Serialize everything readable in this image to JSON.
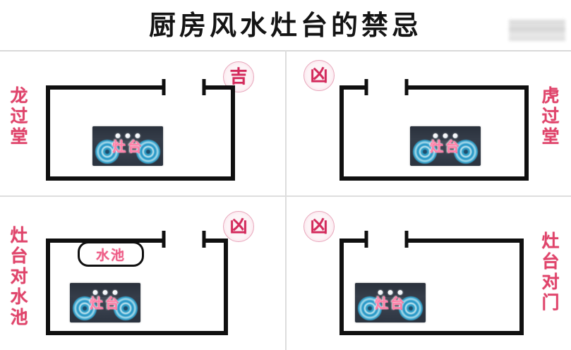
{
  "header": {
    "title": "厨房风水灶台的禁忌",
    "watermark": "blurred-watermark"
  },
  "labels": {
    "stove": "灶台",
    "sink": "水池"
  },
  "verdicts": {
    "auspicious": "吉",
    "inauspicious": "凶"
  },
  "panels": [
    {
      "id": "top-left",
      "side_label": "龙过堂",
      "side_label_position": "left",
      "verdict": "吉",
      "verdict_position": "top-right",
      "door_position": "top-right",
      "stove_position": "bottom-center-left",
      "has_sink": false,
      "sink_label": ""
    },
    {
      "id": "top-right",
      "side_label": "虎过堂",
      "side_label_position": "right",
      "verdict": "凶",
      "verdict_position": "top-left",
      "door_position": "top-left",
      "stove_position": "bottom-center-right",
      "has_sink": false,
      "sink_label": ""
    },
    {
      "id": "bottom-left",
      "side_label": "灶台对水池",
      "side_label_position": "left",
      "verdict": "凶",
      "verdict_position": "top-right",
      "door_position": "top-right",
      "stove_position": "bottom-left",
      "has_sink": true,
      "sink_label": "水池"
    },
    {
      "id": "bottom-right",
      "side_label": "灶台对门",
      "side_label_position": "right",
      "verdict": "凶",
      "verdict_position": "top-left",
      "door_position": "top-left",
      "stove_position": "bottom-left",
      "has_sink": false,
      "sink_label": ""
    }
  ],
  "colors": {
    "title": "#141414",
    "label_red": "#e0446b",
    "badge_red": "#d42a5c",
    "badge_border": "#e8a6bb",
    "badge_fill": "#fdf4f7",
    "wall": "#101010",
    "divider": "#d6d6d6",
    "stove_text": "#ff80a8",
    "burner": "#2ea3cf",
    "background": "#ffffff"
  }
}
